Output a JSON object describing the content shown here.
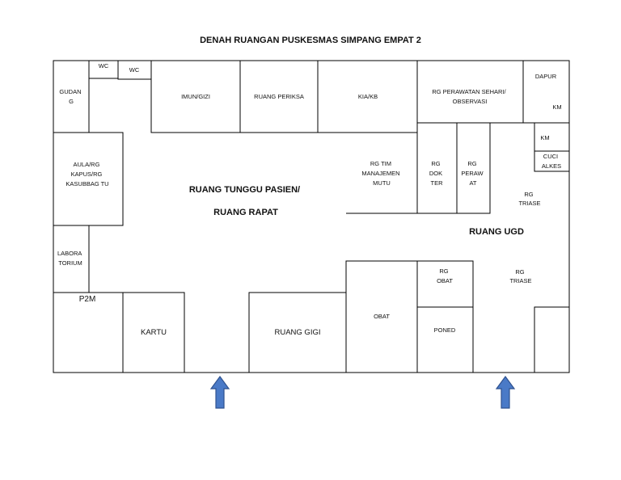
{
  "title": "DENAH RUANGAN PUSKESMAS SIMPANG EMPAT 2",
  "rooms": {
    "gudang": [
      "GUDAN",
      "G"
    ],
    "wc_1": "WC",
    "wc_2": "WC",
    "imun_gizi": "IMUN/GIZI",
    "ruang_periksa": "RUANG PERIKSA",
    "kia_kb": "KIA/KB",
    "rg_perawatan": [
      "RG PERAWATAN SEHARI/",
      "OBSERVASI"
    ],
    "dapur": "DAPUR",
    "km_1": "KM",
    "km_2": "KM",
    "cuci_alkes": [
      "CUCI",
      "ALKES"
    ],
    "aula": [
      "AULA/RG",
      "KAPUS/RG",
      "KASUBBAG TU"
    ],
    "rg_tim_manajemen": [
      "RG TIM",
      "MANAJEMEN",
      "MUTU"
    ],
    "rg_dokter": [
      "RG",
      "DOK",
      "TER"
    ],
    "rg_perawat": [
      "RG",
      "PERAW",
      "AT"
    ],
    "rg_triase_1": [
      "RG",
      "TRIASE"
    ],
    "ruang_tunggu": [
      "RUANG TUNGGU PASIEN/",
      "RUANG RAPAT"
    ],
    "ruang_ugd": "RUANG UGD",
    "laboratorium": [
      "LABORA",
      "TORIUM"
    ],
    "p2m": "P2M",
    "kartu": "KARTU",
    "ruang_gigi": "RUANG GIGI",
    "obat": "OBAT",
    "rg_obat": [
      "RG",
      "OBAT"
    ],
    "poned": "PONED",
    "rg_triase_2": [
      "RG",
      "TRIASE"
    ]
  },
  "entrance_arrows": 2,
  "colors": {
    "wall": "#000000",
    "arrow_fill": "#4a7ac7",
    "arrow_stroke": "#2f528f"
  }
}
